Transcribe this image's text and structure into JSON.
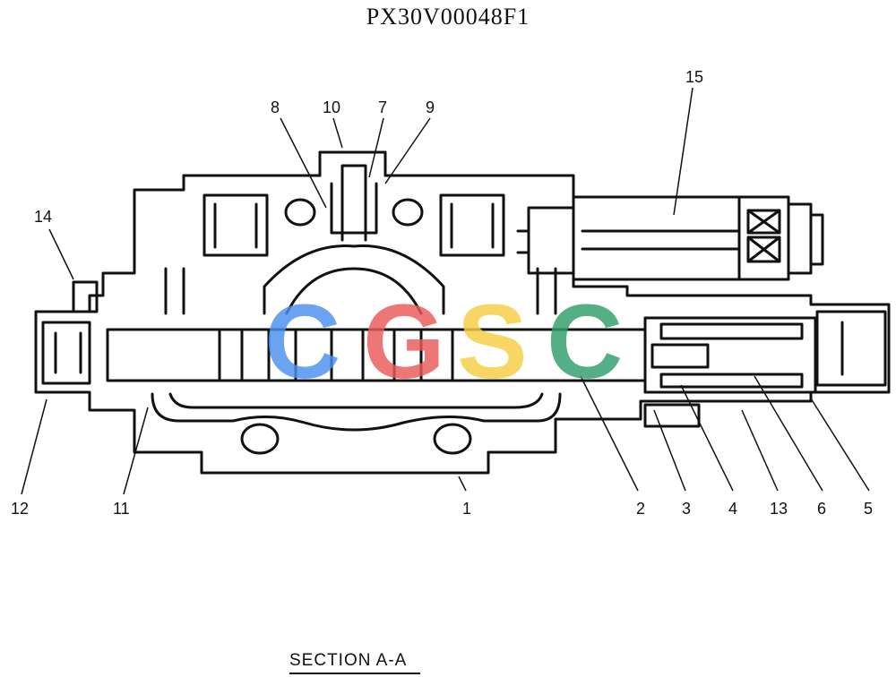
{
  "title": "PX30V00048F1",
  "section_label": "SECTION  A-A",
  "watermark": [
    {
      "letter": "C",
      "color": "#4a8ff0"
    },
    {
      "letter": "G",
      "color": "#ea5a58"
    },
    {
      "letter": "S",
      "color": "#f6ce42"
    },
    {
      "letter": "C",
      "color": "#2f9f6a"
    }
  ],
  "callouts": [
    "15",
    "14",
    "8",
    "10",
    "7",
    "9",
    "12",
    "11",
    "1",
    "2",
    "3",
    "4",
    "13",
    "6",
    "5"
  ]
}
